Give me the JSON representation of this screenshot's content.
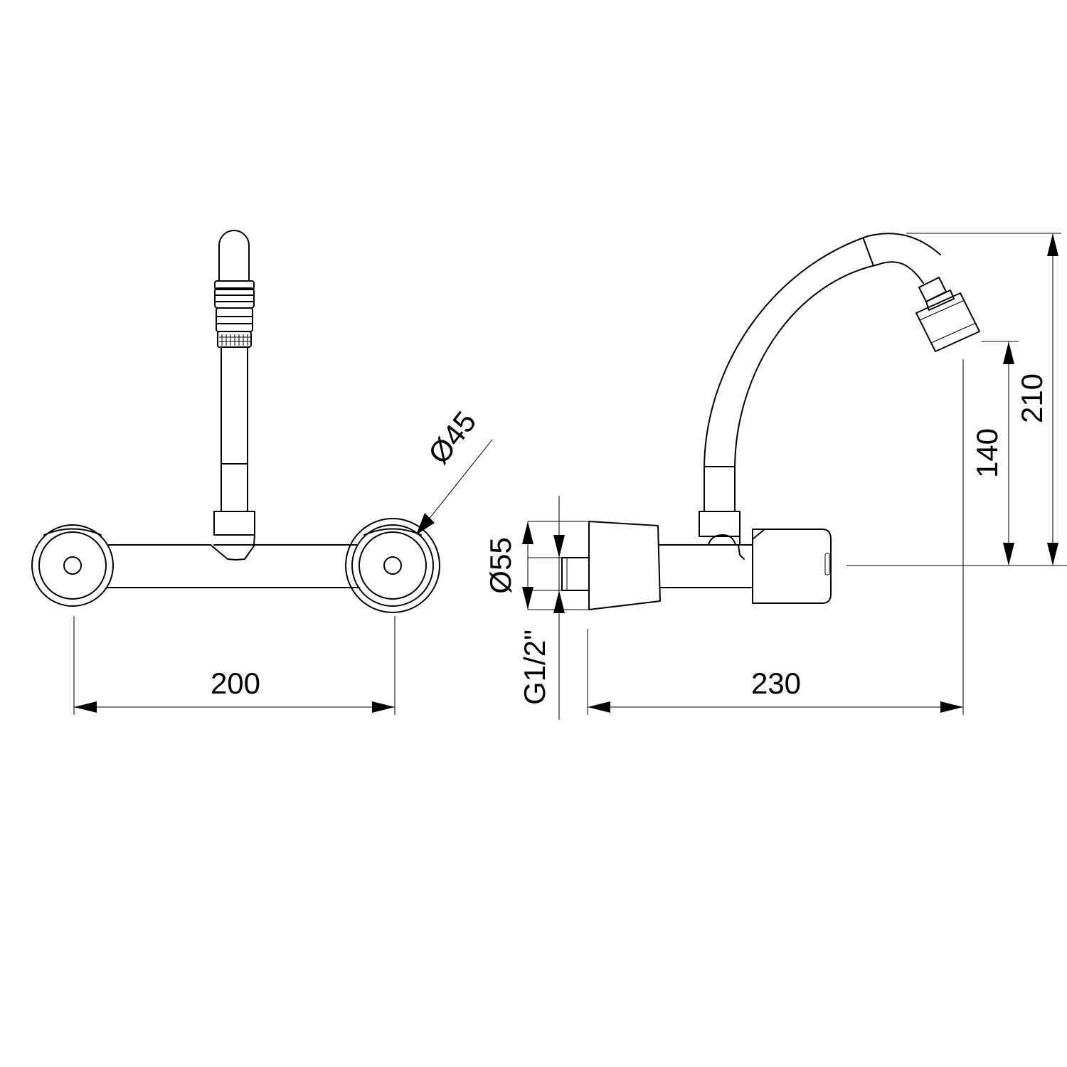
{
  "dimensions": {
    "front_width": "200",
    "side_depth": "230",
    "spout_height": "140",
    "total_height": "210",
    "flange_diameter": "Ø45",
    "body_diameter": "Ø55",
    "thread": "G1/2\""
  }
}
